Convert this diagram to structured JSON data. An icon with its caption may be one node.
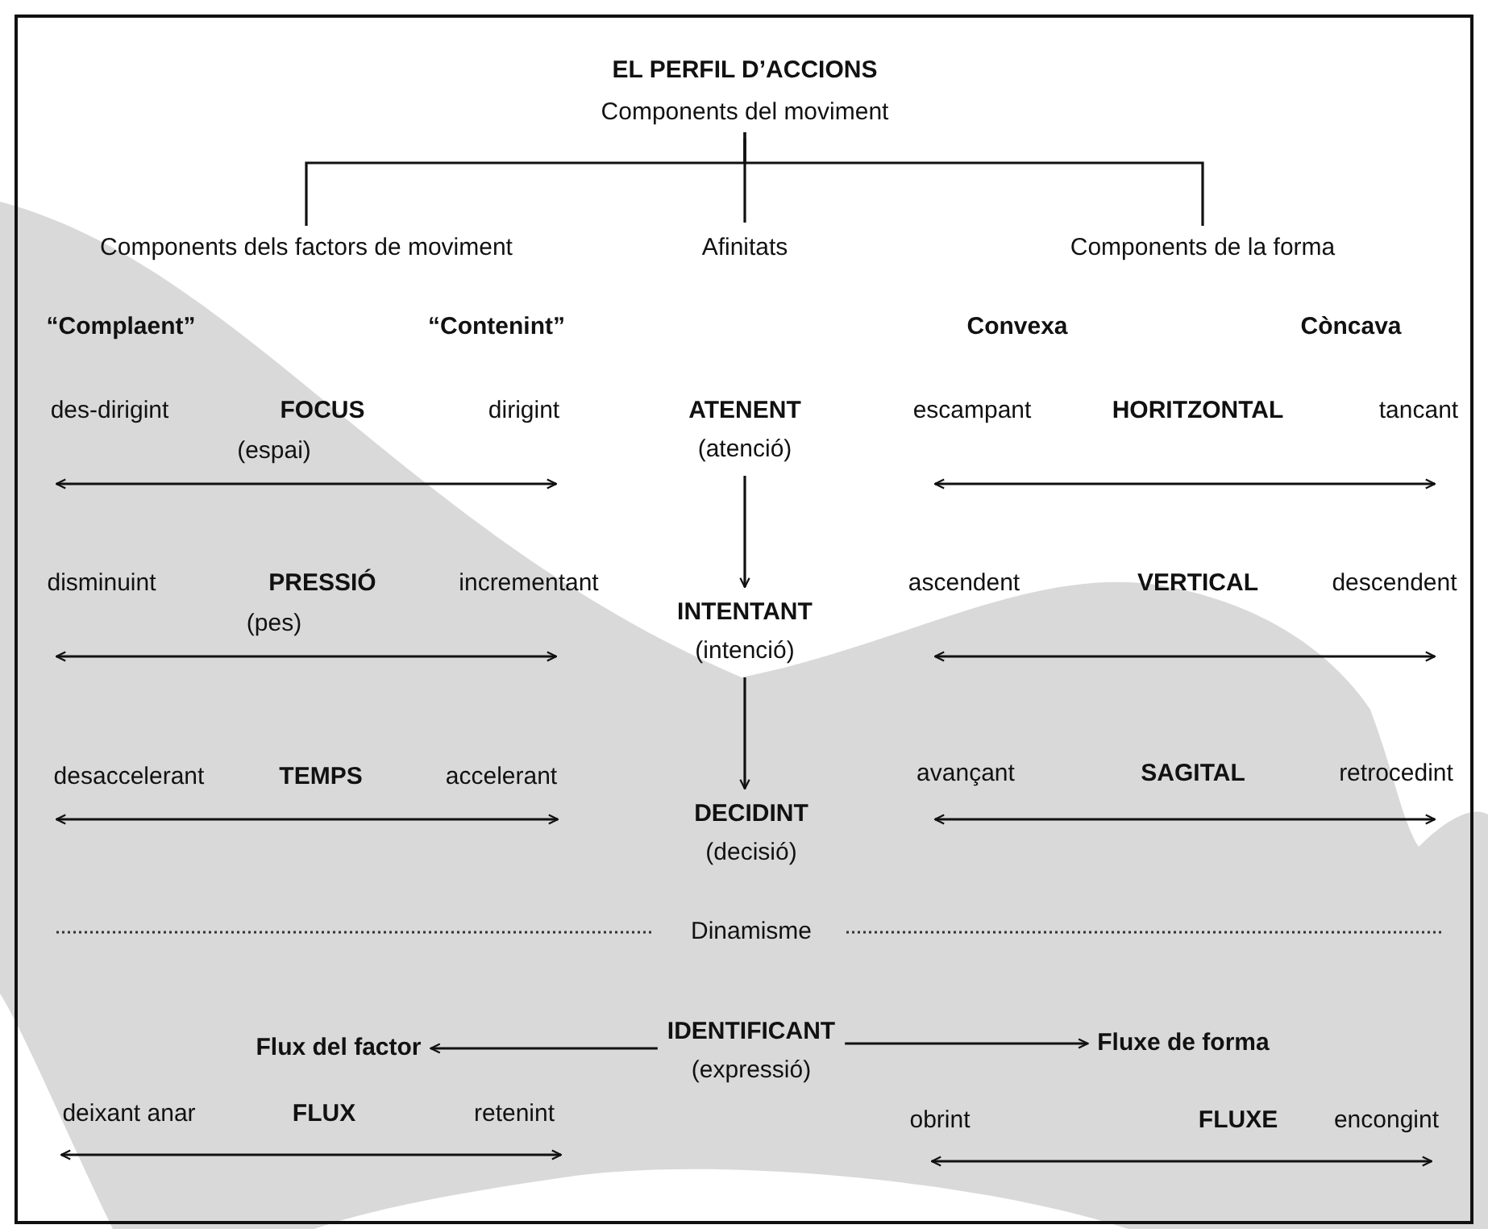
{
  "diagram": {
    "title": "EL PERFIL D’ACCIONS",
    "nodes": [
      {
        "text": [
          "Components del moviment"
        ]
      },
      {
        "text": [
          "Components dels factors de moviment"
        ]
      },
      {
        "text": [
          "Afinitats"
        ]
      },
      {
        "text": [
          "Components de la forma"
        ]
      },
      {
        "text": [
          "ATENENT",
          "(atenció)"
        ]
      },
      {
        "text": [
          "INTENTANT",
          "(intenció)"
        ]
      },
      {
        "text": [
          "DECIDINT",
          "(decisió)"
        ]
      },
      {
        "text": [
          "IDENTIFICANT",
          "(expressió)"
        ]
      },
      {
        "text": [
          "Flux del factor"
        ]
      },
      {
        "text": [
          "Fluxe de forma"
        ]
      }
    ],
    "edges": [
      {
        "from": 0,
        "to": 1,
        "arrow": "none"
      },
      {
        "from": 0,
        "to": 2,
        "arrow": "none"
      },
      {
        "from": 0,
        "to": 3,
        "arrow": "none"
      },
      {
        "from": 4,
        "to": 5,
        "arrow": "to"
      },
      {
        "from": 5,
        "to": 6,
        "arrow": "to"
      },
      {
        "from": 7,
        "to": 8,
        "arrow": "to"
      },
      {
        "from": 7,
        "to": 9,
        "arrow": "to"
      }
    ],
    "labels": [
      "“Complaent”",
      "“Contenint”",
      "Convexa",
      "Còncava",
      "des-dirigint",
      "FOCUS",
      "dirigint",
      "escampant",
      "HORITZONTAL",
      "tancant",
      "(espai)",
      "disminuint",
      "PRESSIÓ",
      "incrementant",
      "ascendent",
      "VERTICAL",
      "descendent",
      "(pes)",
      "desaccelerant",
      "TEMPS",
      "accelerant",
      "avançant",
      "SAGITAL",
      "retrocedint",
      "Dinamisme",
      "deixant anar",
      "FLUX",
      "retenint",
      "obrint",
      "FLUXE",
      "encongint"
    ]
  }
}
